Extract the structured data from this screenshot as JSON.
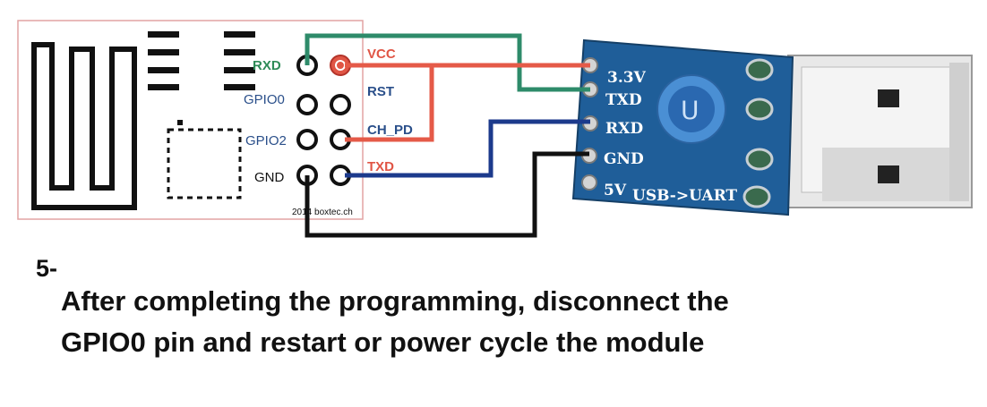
{
  "esp_module": {
    "pins_left": [
      {
        "label": "RXD",
        "color": "#2e8b57"
      },
      {
        "label": "GPIO0",
        "color": "#2a4f8a"
      },
      {
        "label": "GPIO2",
        "color": "#2a4f8a"
      },
      {
        "label": "GND",
        "color": "#111111"
      }
    ],
    "pins_right": [
      {
        "label": "VCC",
        "color": "#e05545"
      },
      {
        "label": "RST",
        "color": "#2a4f8a"
      },
      {
        "label": "CH_PD",
        "color": "#2a4f8a"
      },
      {
        "label": "TXD",
        "color": "#e05545"
      }
    ],
    "credit": "2014 boxtec.ch"
  },
  "usb_uart": {
    "pins": [
      "3.3V",
      "TXD",
      "RXD",
      "GND",
      "5V"
    ],
    "board_label": "USB->UART"
  },
  "wires": [
    {
      "from": "RXD",
      "to": "TXD",
      "color": "#2e8b6a"
    },
    {
      "from": "VCC",
      "to": "3.3V",
      "color": "#e55a48"
    },
    {
      "from": "CH_PD",
      "to": "3.3V",
      "color": "#e55a48"
    },
    {
      "from": "TXD",
      "to": "RXD",
      "color": "#1c3a8c"
    },
    {
      "from": "GND",
      "to": "GND",
      "color": "#111111"
    }
  ],
  "step": "5-",
  "caption_lines": [
    "After completing the programming, disconnect the",
    "GPIO0 pin and restart or power cycle the module"
  ]
}
